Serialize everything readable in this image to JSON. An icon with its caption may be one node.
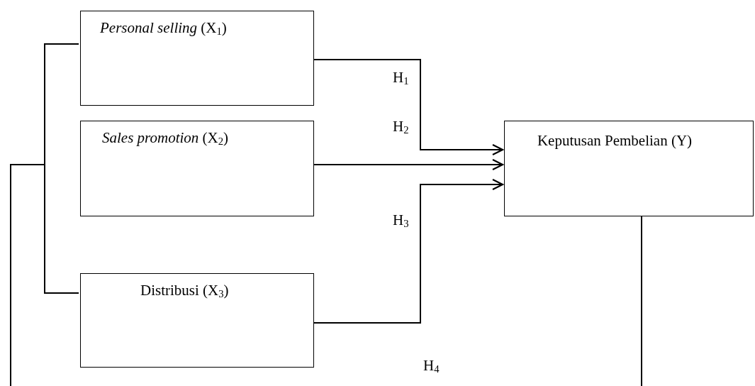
{
  "diagram": {
    "nodes": [
      {
        "text": [
          "*Personal selling* (X$_{1}$)"
        ]
      },
      {
        "text": [
          "*Sales promotion* (X$_{2}$)"
        ]
      },
      {
        "text": [
          "Distribusi (X$_{3}$)"
        ]
      },
      {
        "text": [
          "Keputusan Pembelian (Y)"
        ]
      }
    ],
    "edges": [
      {
        "from": 0,
        "to": 3,
        "arrow": "to",
        "label": "H$_{1}$"
      },
      {
        "from": 1,
        "to": 3,
        "arrow": "to",
        "label": "H$_{2}$"
      },
      {
        "from": 2,
        "to": 3,
        "arrow": "to",
        "label": "H$_{3}$"
      },
      {
        "from": 0,
        "to": 3,
        "arrow": "none",
        "label": "H$_{4}$"
      },
      {
        "from": 2,
        "to": 3,
        "arrow": "none"
      }
    ]
  }
}
